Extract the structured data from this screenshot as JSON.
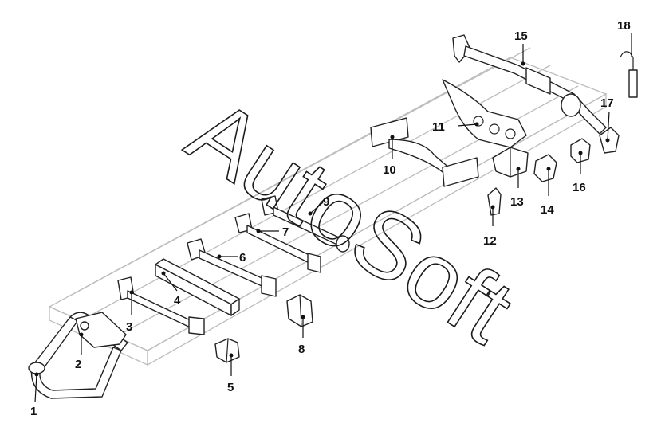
{
  "watermark": "AutoSoft",
  "callouts": [
    {
      "id": "callout-1",
      "label": "1"
    },
    {
      "id": "callout-2",
      "label": "2"
    },
    {
      "id": "callout-3",
      "label": "3"
    },
    {
      "id": "callout-4",
      "label": "4"
    },
    {
      "id": "callout-5",
      "label": "5"
    },
    {
      "id": "callout-6",
      "label": "6"
    },
    {
      "id": "callout-7",
      "label": "7"
    },
    {
      "id": "callout-8",
      "label": "8"
    },
    {
      "id": "callout-9",
      "label": "9"
    },
    {
      "id": "callout-10",
      "label": "10"
    },
    {
      "id": "callout-11",
      "label": "11"
    },
    {
      "id": "callout-12",
      "label": "12"
    },
    {
      "id": "callout-13",
      "label": "13"
    },
    {
      "id": "callout-14",
      "label": "14"
    },
    {
      "id": "callout-15",
      "label": "15"
    },
    {
      "id": "callout-16",
      "label": "16"
    },
    {
      "id": "callout-17",
      "label": "17"
    },
    {
      "id": "callout-18",
      "label": "18"
    }
  ]
}
